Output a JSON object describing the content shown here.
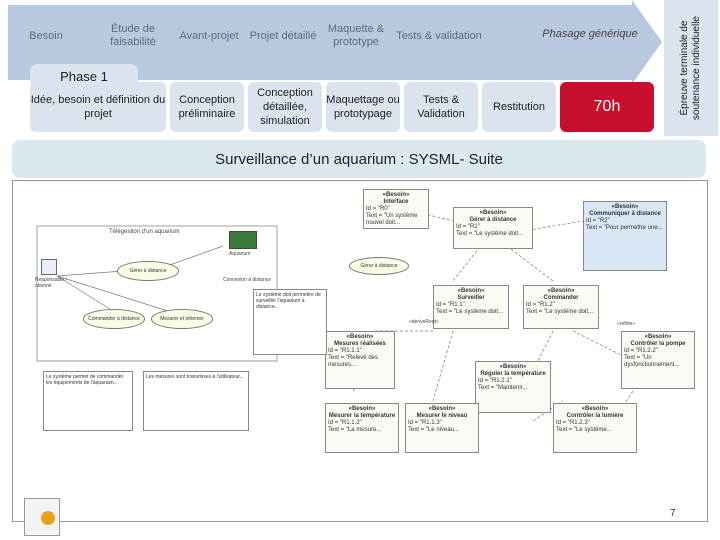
{
  "banner": {
    "phases": [
      "Besoin",
      "Étude de faisabilité",
      "Avant-projet",
      "Projet détaillé",
      "Maquette & prototype",
      "Tests & validation"
    ],
    "phasage": "Phasage générique"
  },
  "phase_label": "Phase 1",
  "row2": {
    "besoin": "Idée, besoin et définition du projet",
    "conception_prelim": "Conception préliminaire",
    "conception_detail": "Conception détaillée, simulation",
    "maquettage": "Maquettage ou prototypage",
    "tests": "Tests & Validation",
    "restitution": "Restitution",
    "hours": "70h"
  },
  "epreuve": "Épreuve terminale de soutenance individuelle",
  "title": "Surveillance d’un aquarium : SYSML- Suite",
  "diagram": {
    "system_title": "Télégestion d'un aquarium",
    "actor1": "Aquarium",
    "actor2": "Responsable / abonné",
    "uc1": "Gérer à distance",
    "uc2": "Commander à distance",
    "uc3": "Mesurer et informer",
    "uc4": "Gérer à distance",
    "uc_small": "Connexion à distance",
    "requirements": [
      {
        "stereo": "«Besoin»",
        "name": "Interface",
        "id": "Id = \"R0\"",
        "text": "Text = \"Un système nouvel doit..."
      },
      {
        "stereo": "«Besoin»",
        "name": "Gérer à distance",
        "id": "Id = \"R1\"",
        "text": "Text = \"Le système doit..."
      },
      {
        "stereo": "«Besoin»",
        "name": "Communiquer à distance",
        "id": "Id = \"R2\"",
        "text": "Text = \"Pour permettre une..."
      },
      {
        "stereo": "«Besoin»",
        "name": "Surveiller",
        "id": "Id = \"R1.1\"",
        "text": "Text = \"Le système doit..."
      },
      {
        "stereo": "«Besoin»",
        "name": "Commander",
        "id": "Id = \"R1.2\"",
        "text": "Text = \"Le système doit..."
      },
      {
        "stereo": "«Besoin»",
        "name": "Mesures réalisées",
        "id": "Id = \"R1.1.1\"",
        "text": "Text = \"Relevé des mesures..."
      },
      {
        "stereo": "«Besoin»",
        "name": "Réguler la température",
        "id": "Id = \"R1.2.1\"",
        "text": "Text = \"Maintenir..."
      },
      {
        "stereo": "«Besoin»",
        "name": "Contrôler la pompe",
        "id": "Id = \"R1.2.2\"",
        "text": "Text = \"Un dysfonctionnement..."
      },
      {
        "stereo": "«Besoin»",
        "name": "Mesurer la température",
        "id": "Id = \"R1.1.2\"",
        "text": "Text = \"La mesure..."
      },
      {
        "stereo": "«Besoin»",
        "name": "Mesurer le niveau",
        "id": "Id = \"R1.1.3\"",
        "text": "Text = \"Le niveau..."
      },
      {
        "stereo": "«Besoin»",
        "name": "Contrôler la lumière",
        "id": "Id = \"R1.2.3\"",
        "text": "Text = \"Le système..."
      }
    ],
    "notes": [
      "Le système doit permettre de surveiller l'aquarium à distance...",
      "Le système permet de commander les équipements de l'aquarium...",
      "Les mesures sont transmises à l'utilisateur..."
    ],
    "derive": "«deriveReqt»",
    "refine": "«refine»"
  },
  "page_number": "7"
}
